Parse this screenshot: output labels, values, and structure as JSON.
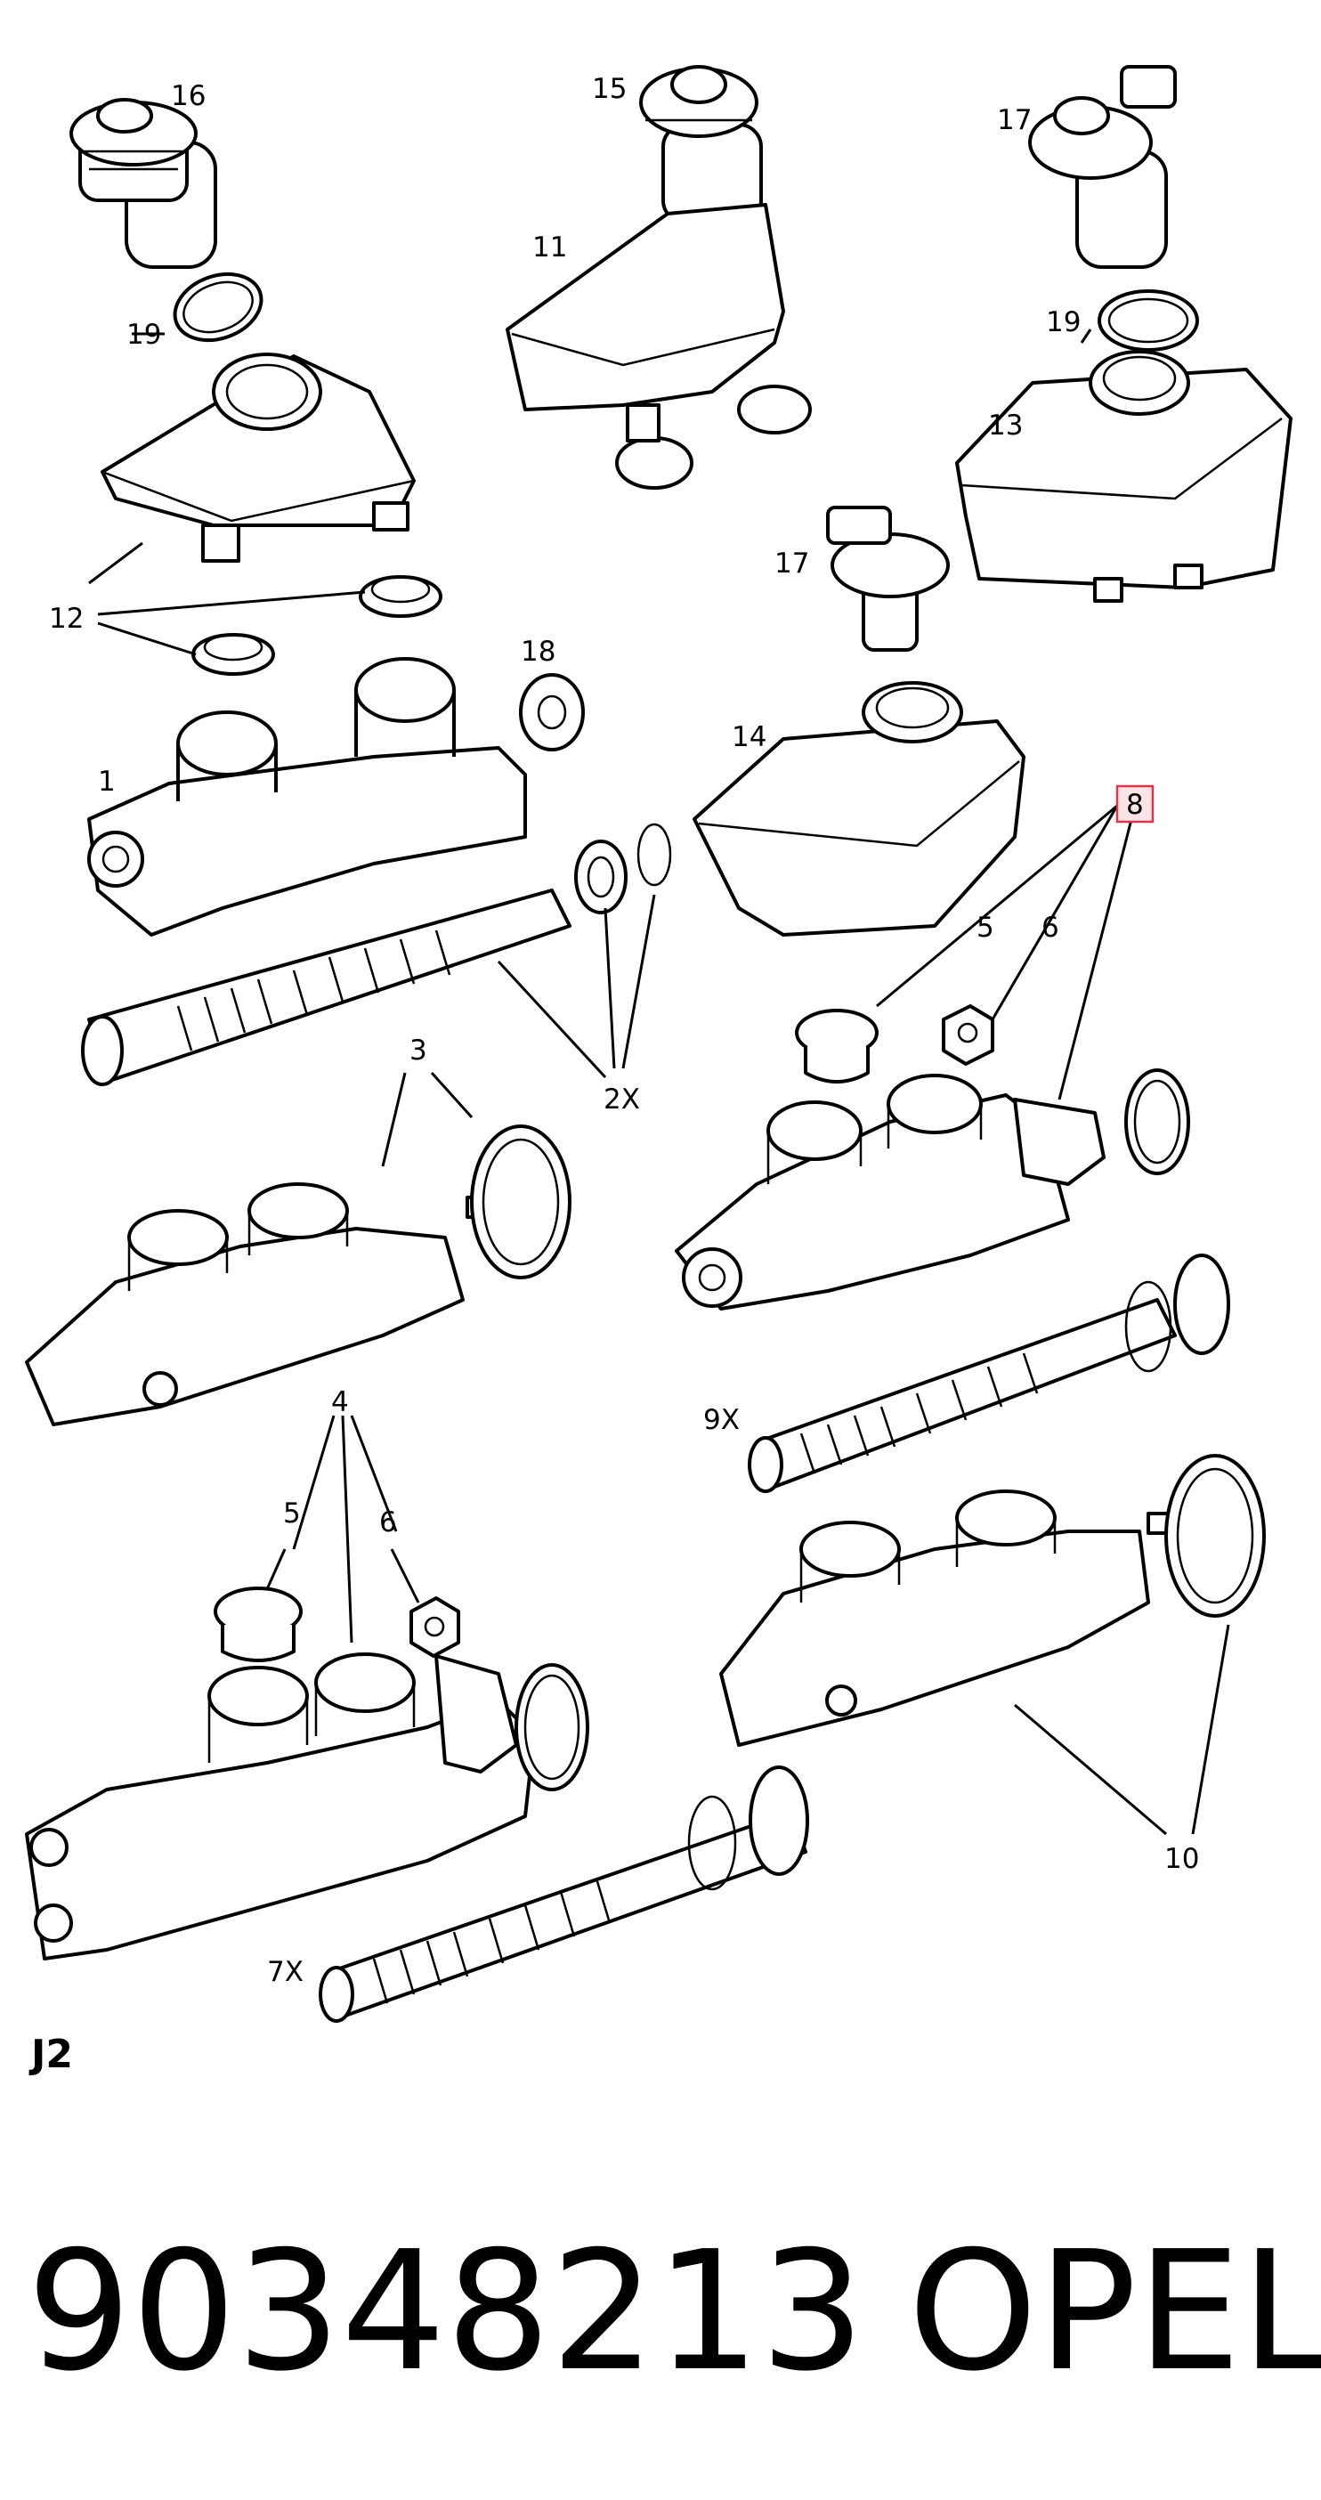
{
  "callouts": {
    "c16": "16",
    "c15": "15",
    "c17a": "17",
    "c11": "11",
    "c19a": "19",
    "c19b": "19",
    "c13": "13",
    "c12": "12",
    "c17b": "17",
    "c18": "18",
    "c1": "1",
    "c14": "14",
    "c8": "8",
    "c5a": "5",
    "c6a": "6",
    "c2x": "2X",
    "c3": "3",
    "c9x": "9X",
    "c4": "4",
    "c5b": "5",
    "c6b": "6",
    "c10": "10",
    "c7x": "7X"
  },
  "sheet_label": "J2",
  "part_number": "90348213",
  "brand": "OPEL",
  "colors": {
    "highlight_fill": "#fbe3e6",
    "highlight_stroke": "#d9354b",
    "ink": "#000000"
  }
}
